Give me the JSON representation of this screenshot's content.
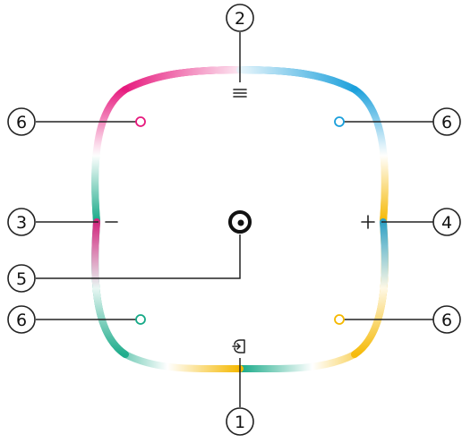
{
  "callouts": {
    "top": "2",
    "bottom": "1",
    "left": "3",
    "right": "4",
    "center": "5",
    "top_left": "6",
    "top_right": "6",
    "bottom_left": "6",
    "bottom_right": "6"
  },
  "colors": {
    "magenta": "#e6197d",
    "blue": "#1a9fdb",
    "teal": "#16a987",
    "yellow": "#f5b800",
    "line": "#222222"
  },
  "icons": {
    "top": "menu-icon",
    "bottom": "input-source-icon",
    "left": "minus-icon",
    "right": "plus-icon",
    "center": "center-logo-icon"
  }
}
